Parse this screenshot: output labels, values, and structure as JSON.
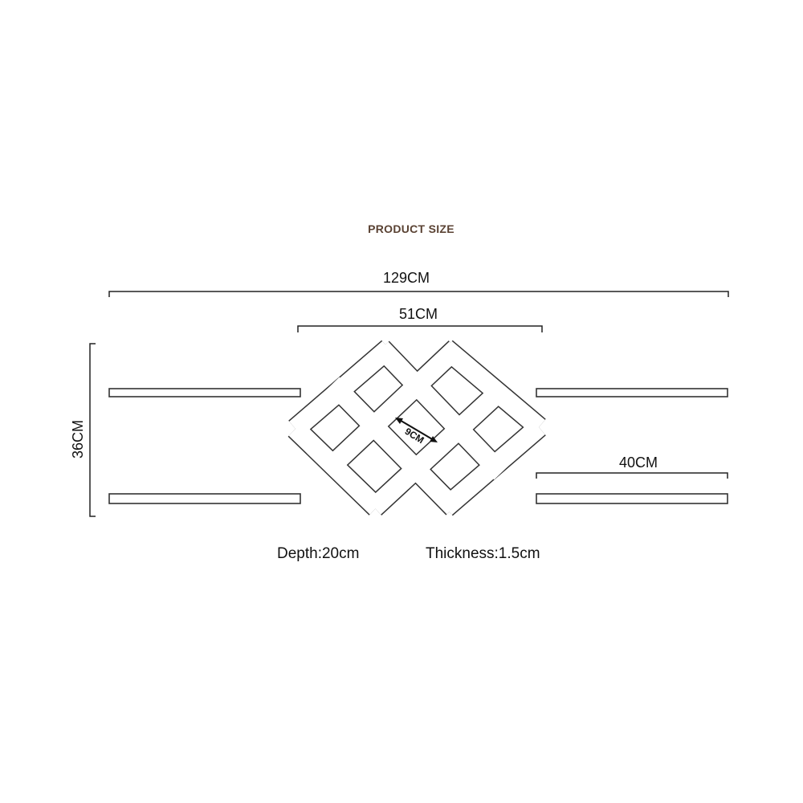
{
  "title": "PRODUCT SIZE",
  "dimensions": {
    "overall_width": "129CM",
    "rack_width": "51CM",
    "height": "36CM",
    "shelf_length": "40CM",
    "cell_size": "9CM"
  },
  "specs": {
    "depth": "Depth:20cm",
    "thickness": "Thickness:1.5cm"
  },
  "colors": {
    "title": "#5a4233",
    "lines": "#333333",
    "background": "#ffffff"
  }
}
